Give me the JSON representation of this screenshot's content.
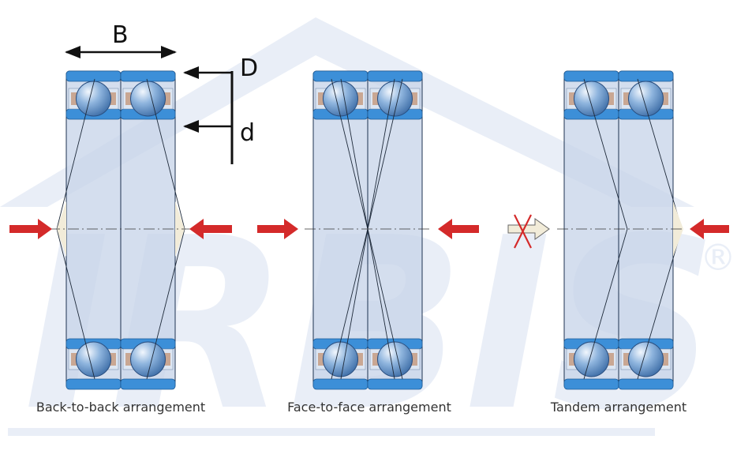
{
  "dimensions": {
    "width_label": "B",
    "outer_diameter_label": "D",
    "bore_label": "d"
  },
  "arrangements": [
    {
      "caption": "Back-to-back arrangement",
      "type": "back-to-back",
      "load": "two-way"
    },
    {
      "caption": "Face-to-face arrangement",
      "type": "face-to-face",
      "load": "two-way"
    },
    {
      "caption": "Tandem arrangement",
      "type": "tandem",
      "load": "one-way"
    }
  ],
  "watermark": {
    "text": "IRBIS",
    "registered_mark": "®"
  },
  "colors": {
    "ring_blue": "#3c8fd8",
    "ball_blue": "#6f9fd0",
    "cage_brown": "#c9a793",
    "housing_fill": "#c6d3e8",
    "load_arrow_red": "#d42a2a",
    "blocked_arrow_fill": "#f2ecd9",
    "cross_red": "#d42a2a",
    "watermark_blue": "#e9eef7"
  }
}
